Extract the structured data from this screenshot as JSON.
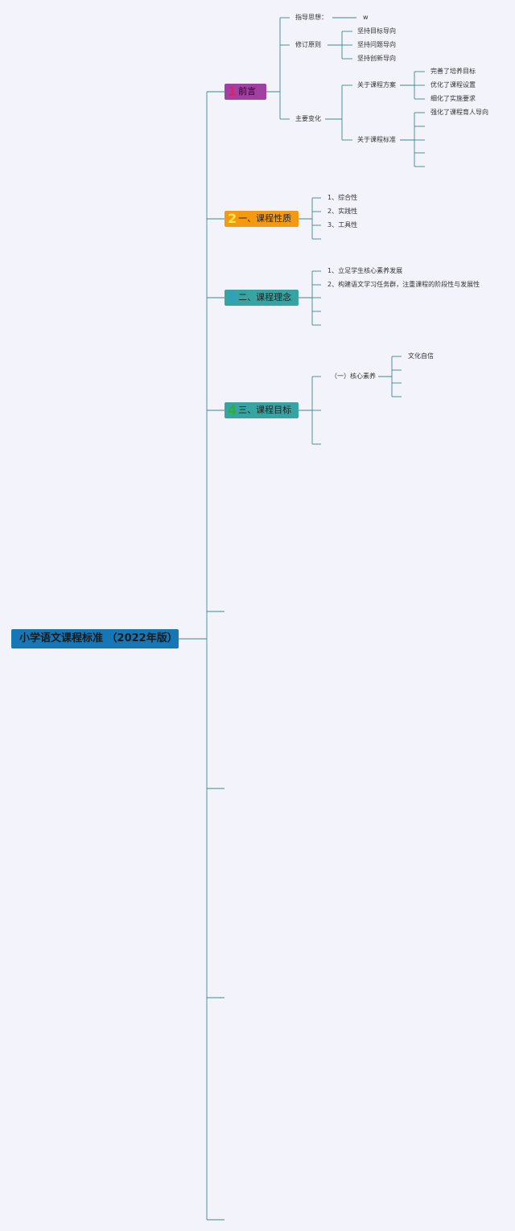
{
  "root": {
    "title": "小学语文课程标准 （2022年版）"
  },
  "colors": {
    "line": "#3f8a8a",
    "root_bg": "#1577b8",
    "sec1_bg": "#a040a0",
    "sec2_bg": "#f59a10",
    "sec3_bg": "#37a3a3",
    "sec4_bg": "#37a3a3"
  },
  "sections": [
    {
      "num": "1",
      "label": "前言",
      "num_color": "#e0206a",
      "children": {
        "guiding": {
          "label": "指导思想：",
          "value": "w"
        },
        "revision": {
          "label": "修订原则",
          "items": [
            "坚持目标导向",
            "坚持问题导向",
            "坚持创新导向"
          ]
        },
        "changes": {
          "label": "主要变化",
          "plan": {
            "label": "关于课程方案",
            "items": [
              "完善了培养目标",
              "优化了课程设置",
              "细化了实施要求"
            ]
          },
          "standard": {
            "label": "关于课程标准",
            "items": [
              "强化了课程育人导向"
            ]
          }
        }
      }
    },
    {
      "num": "2",
      "label": "一、课程性质",
      "num_color": "#f7e84a",
      "items": [
        "1、综合性",
        "2、实践性",
        "3、工具性"
      ]
    },
    {
      "num": "3",
      "label": "二、课程理念",
      "num_color": "#2a9fd0",
      "items": [
        "1、立足学生核心素养发展",
        "2、构建语文学习任务群，注重课程的阶段性与发展性"
      ]
    },
    {
      "num": "4",
      "label": "三、课程目标",
      "num_color": "#2fb030",
      "core": {
        "label": "（一）核心素养",
        "items": [
          "文化自信"
        ]
      }
    }
  ]
}
